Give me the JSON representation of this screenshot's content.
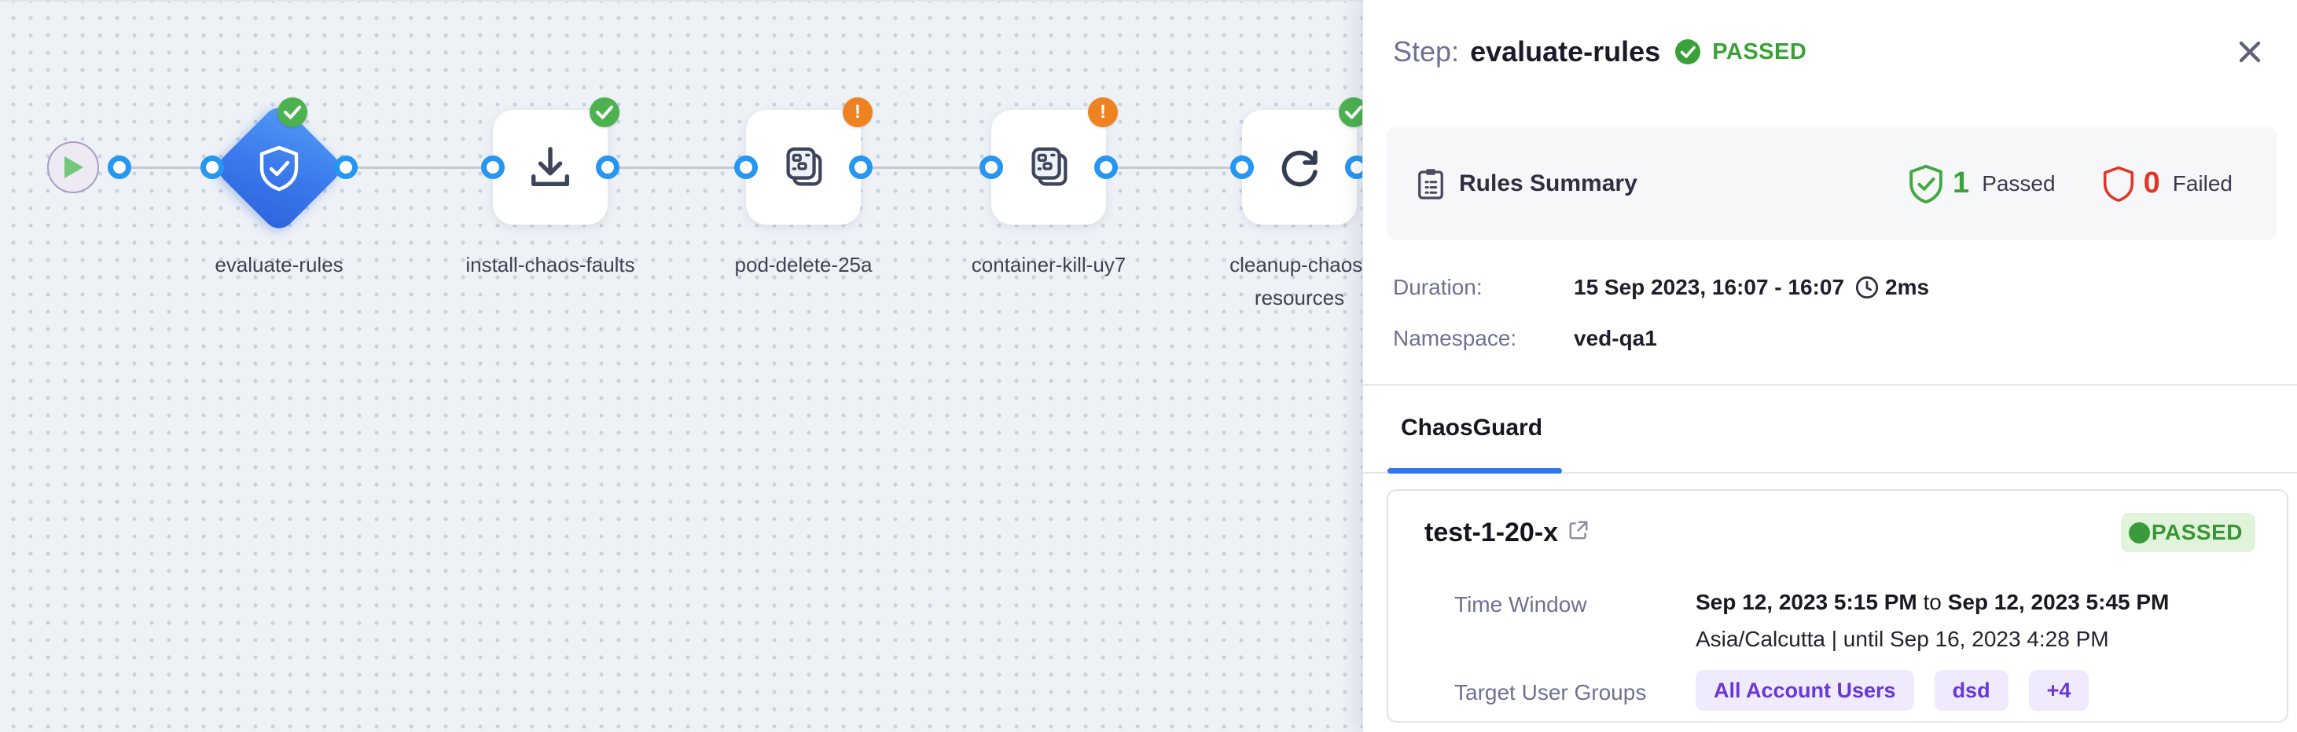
{
  "pipeline": {
    "nodes": [
      {
        "label": "evaluate-rules",
        "status": "Passed",
        "icon": "shield-check-icon"
      },
      {
        "label": "install-chaos-faults",
        "status": "Passed",
        "icon": "download-icon"
      },
      {
        "label": "pod-delete-25a",
        "status": "Warning",
        "icon": "chaos-fault-icon"
      },
      {
        "label": "container-kill-uy7",
        "status": "Warning",
        "icon": "chaos-fault-icon"
      },
      {
        "label": "cleanup-chaos-resources",
        "status": "Passed",
        "icon": "refresh-icon"
      }
    ],
    "warning_mark": "!"
  },
  "panel": {
    "header": {
      "prefix": "Step:",
      "title": "evaluate-rules",
      "status": "PASSED"
    },
    "rules": {
      "title": "Rules Summary",
      "passed_count": "1",
      "passed_label": "Passed",
      "failed_count": "0",
      "failed_label": "Failed"
    },
    "details": {
      "duration_label": "Duration:",
      "duration_value": "15 Sep 2023, 16:07 - 16:07",
      "duration_elapsed": "2ms",
      "namespace_label": "Namespace:",
      "namespace_value": "ved-qa1"
    },
    "tab": "ChaosGuard",
    "card": {
      "name": "test-1-20-x",
      "status": "PASSED",
      "time_window_label": "Time Window",
      "time_from": "Sep 12, 2023 5:15 PM",
      "time_separator": " to ",
      "time_to": "Sep 12, 2023 5:45 PM",
      "timezone_line": "Asia/Calcutta | until Sep 16, 2023 4:28 PM",
      "target_label": "Target User Groups",
      "groups": [
        "All Account Users",
        "dsd",
        "+4"
      ]
    }
  },
  "colors": {
    "node_blue": "#3b7bed",
    "success_green": "#3a9b3a",
    "warning_orange": "#ef8220",
    "fail_red": "#df3828",
    "tab_blue": "#3277f2",
    "group_purple": "#6936d9",
    "canvas_bg": "#eef1f6"
  }
}
